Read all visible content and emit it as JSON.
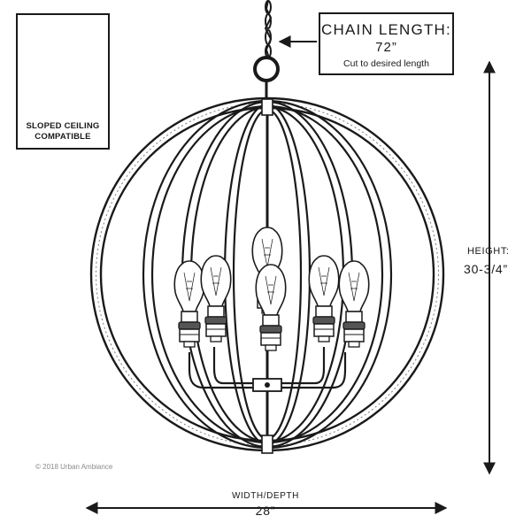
{
  "callouts": {
    "sloped_ceiling": "SLOPED CEILING\nCOMPATIBLE",
    "chain_length_title": "CHAIN LENGTH:",
    "chain_length_value": "72”",
    "chain_length_note": "Cut to desired length",
    "height_label": "HEIGHT:",
    "height_value": "30-3/4”",
    "width_label": "WIDTH/DEPTH",
    "width_value": "28”"
  },
  "copyright": "© 2018 Urban Ambiance",
  "colors": {
    "ink": "#1a1a1a",
    "muted": "#8a8a8a",
    "background": "#ffffff"
  }
}
